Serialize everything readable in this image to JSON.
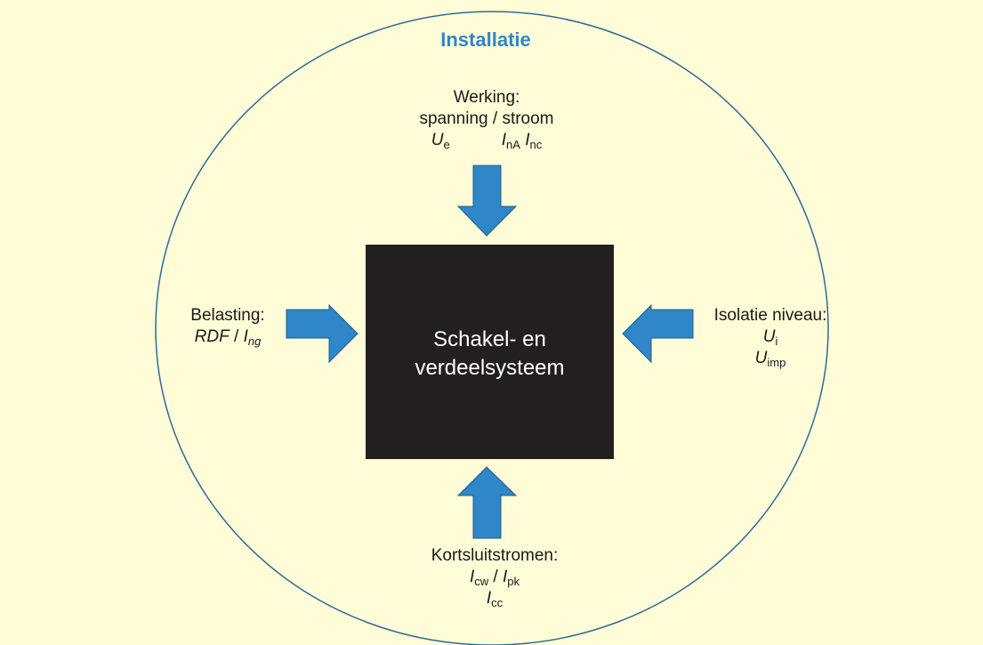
{
  "title": "Installatie",
  "center": {
    "line1": "Schakel- en",
    "line2": "verdeelsysteem"
  },
  "top": {
    "heading": "Werking:",
    "line2": "spanning / stroom",
    "ue": "U",
    "ue_sub": "e",
    "ina": "I",
    "ina_sub": "nA",
    "inc": "I",
    "inc_sub": "nc"
  },
  "left": {
    "heading": "Belasting:",
    "rdf": "RDF",
    "sep": " / ",
    "ing": "I",
    "ing_sub": "ng"
  },
  "right": {
    "heading": "Isolatie niveau:",
    "ui": "U",
    "ui_sub": "i",
    "uimp": "U",
    "uimp_sub": "imp"
  },
  "bottom": {
    "heading": "Kortsluitstromen:",
    "icw": "I",
    "icw_sub": "cw",
    "sep": " / ",
    "ipk": "I",
    "ipk_sub": "pk",
    "icc": "I",
    "icc_sub": "cc"
  },
  "colors": {
    "background": "#FFFDD7",
    "ellipse": "#2E6A9A",
    "arrow": "#2F86C8",
    "box": "#231F20",
    "title": "#3385C6"
  }
}
